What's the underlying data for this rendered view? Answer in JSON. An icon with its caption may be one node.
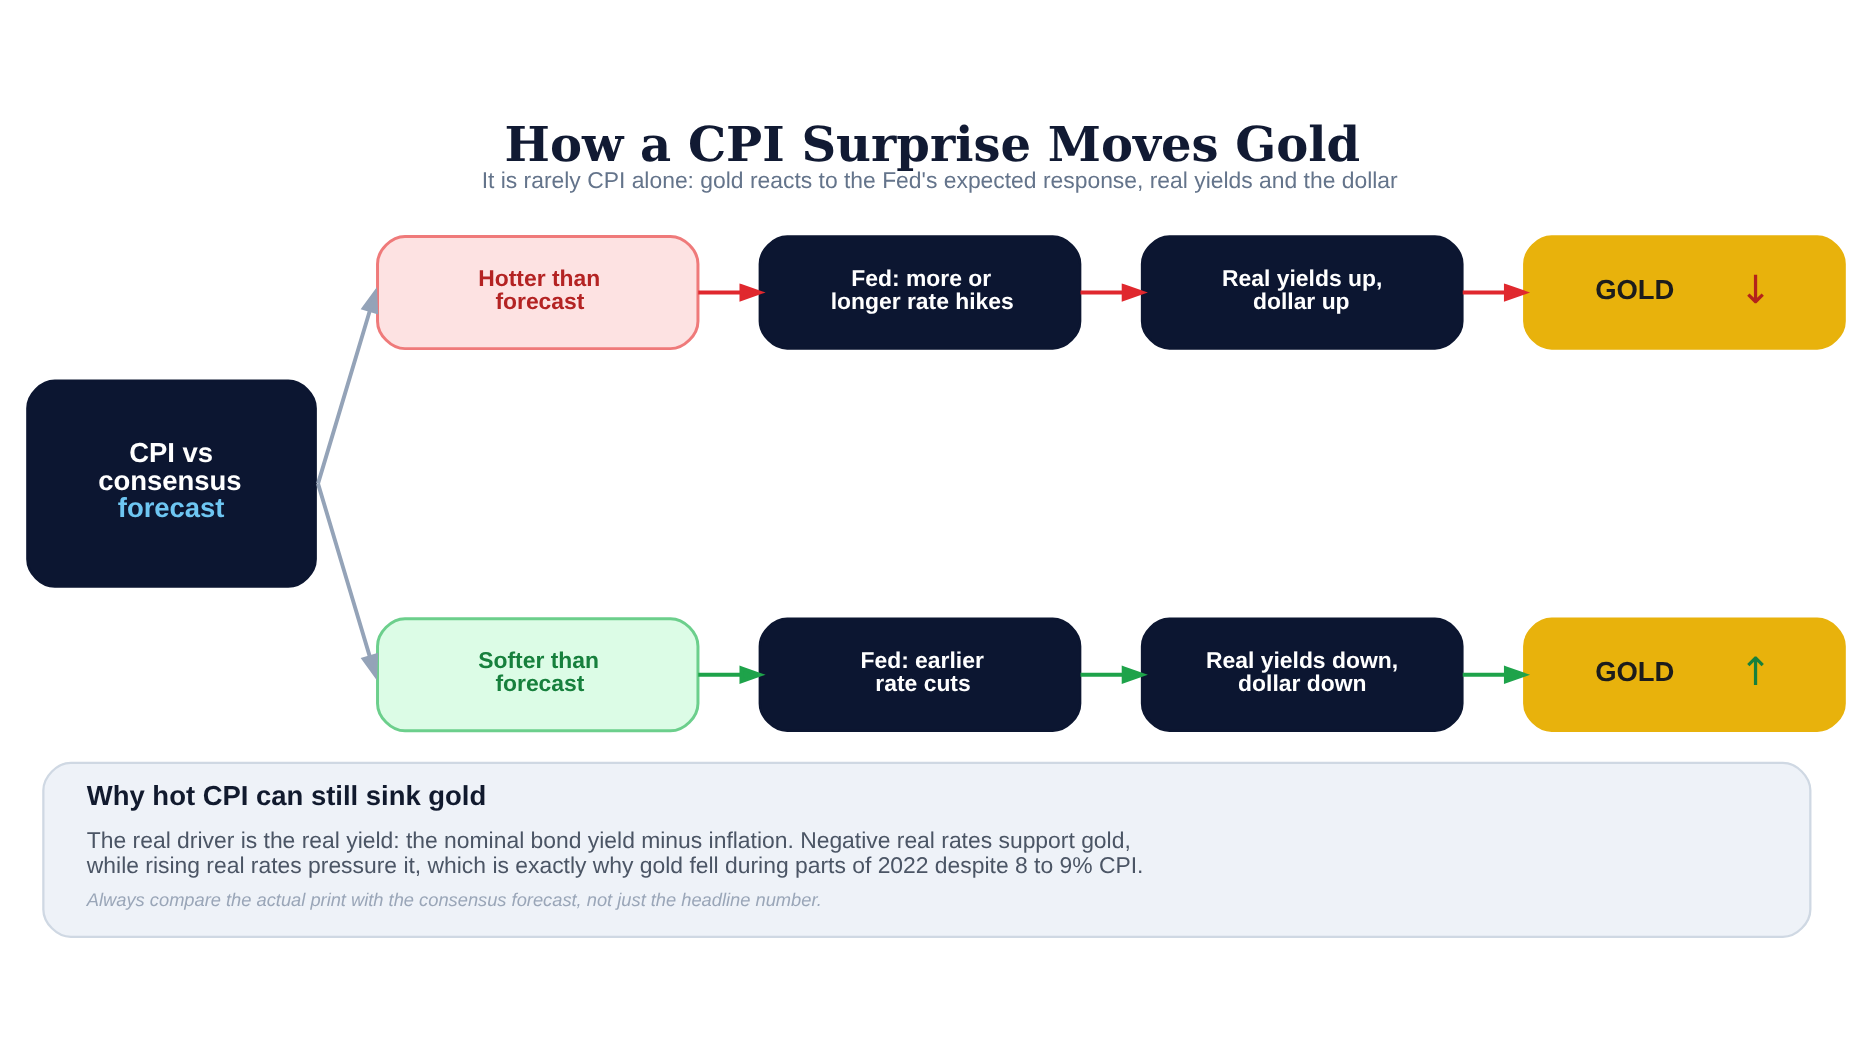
{
  "diagram": {
    "title": "How a CPI Surprise Moves Gold",
    "caption": "It is rarely CPI alone: gold reacts to the Fed's expected response, real yields and the dollar",
    "nodes": [
      {
        "text": [
          "CPI vs consensus forecast"
        ]
      },
      {
        "text": [
          "Hotter than forecast"
        ]
      },
      {
        "text": [
          "Fed: more or longer rate hikes"
        ]
      },
      {
        "text": [
          "Real yields up, dollar up"
        ]
      },
      {
        "text": [
          "GOLD",
          "↓"
        ]
      },
      {
        "text": [
          "Softer than forecast"
        ]
      },
      {
        "text": [
          "Fed: earlier rate cuts"
        ]
      },
      {
        "text": [
          "Real yields down, dollar down"
        ]
      },
      {
        "text": [
          "GOLD",
          "↑"
        ]
      },
      {
        "text": [
          "Why hot CPI can still sink gold",
          "The real driver is the real yield: the nominal bond yield minus inflation. Negative real rates support gold, while rising real rates pressure it, which is exactly why gold fell during parts of 2022 despite 8 to 9% CPI.",
          "Always compare the actual print with the consensus forecast, not just the headline number."
        ]
      }
    ],
    "edges": [
      {
        "from": 0,
        "to": 1,
        "arrow": "to",
        "color": "#94a3b8"
      },
      {
        "from": 0,
        "to": 5,
        "arrow": "to",
        "color": "#94a3b8"
      },
      {
        "from": 1,
        "to": 2,
        "arrow": "to",
        "color": "#e0282e"
      },
      {
        "from": 2,
        "to": 3,
        "arrow": "to",
        "color": "#e0282e"
      },
      {
        "from": 3,
        "to": 4,
        "arrow": "to",
        "color": "#e0282e"
      },
      {
        "from": 5,
        "to": 6,
        "arrow": "to",
        "color": "#1ea34a"
      },
      {
        "from": 6,
        "to": 7,
        "arrow": "to",
        "color": "#1ea34a"
      },
      {
        "from": 7,
        "to": 8,
        "arrow": "to",
        "color": "#1ea34a"
      }
    ]
  }
}
